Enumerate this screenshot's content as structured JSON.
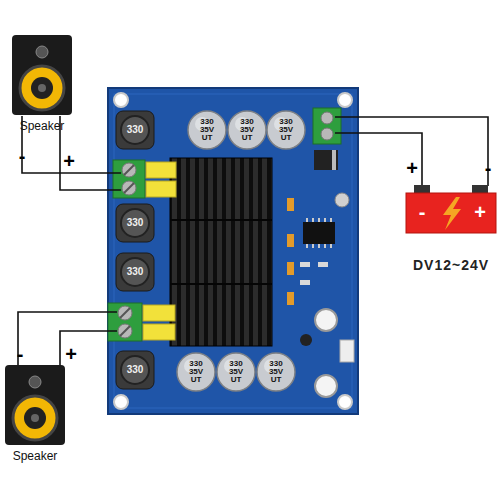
{
  "diagram": {
    "nodes": [
      {
        "text": [
          "Speaker"
        ]
      },
      {
        "text": [
          "330 35V UT"
        ]
      },
      {
        "text": [
          "330 35V UT"
        ]
      },
      {
        "text": [
          "330 35V UT"
        ]
      },
      {
        "text": [
          "330"
        ]
      },
      {
        "text": [
          "-",
          "+",
          "DV12~24V"
        ]
      },
      {
        "text": [
          "330"
        ]
      },
      {
        "text": [
          "330"
        ]
      },
      {
        "text": [
          "330"
        ]
      },
      {
        "text": [
          "330 35V UT"
        ]
      },
      {
        "text": [
          "330 35V UT"
        ]
      },
      {
        "text": [
          "330 35V UT"
        ]
      },
      {
        "text": [
          "Speaker"
        ]
      }
    ],
    "labels": [
      "-",
      "+",
      "-",
      "+",
      "+",
      "-"
    ]
  }
}
